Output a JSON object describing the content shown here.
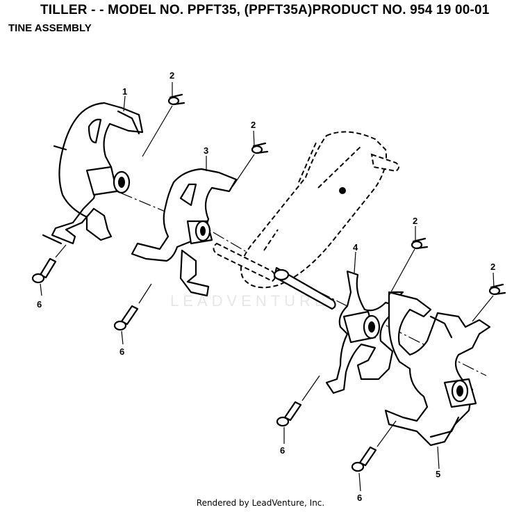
{
  "header": {
    "title": "TILLER - - MODEL NO. PPFT35, (PPFT35A)PRODUCT NO. 954 19 00-01",
    "subtitle": "TINE ASSEMBLY"
  },
  "watermark": "LEADVENTURE",
  "callouts": [
    "1",
    "2",
    "2",
    "3",
    "2",
    "4",
    "2",
    "6",
    "6",
    "6",
    "5",
    "6"
  ],
  "footer": "Rendered by LeadVenture, Inc."
}
